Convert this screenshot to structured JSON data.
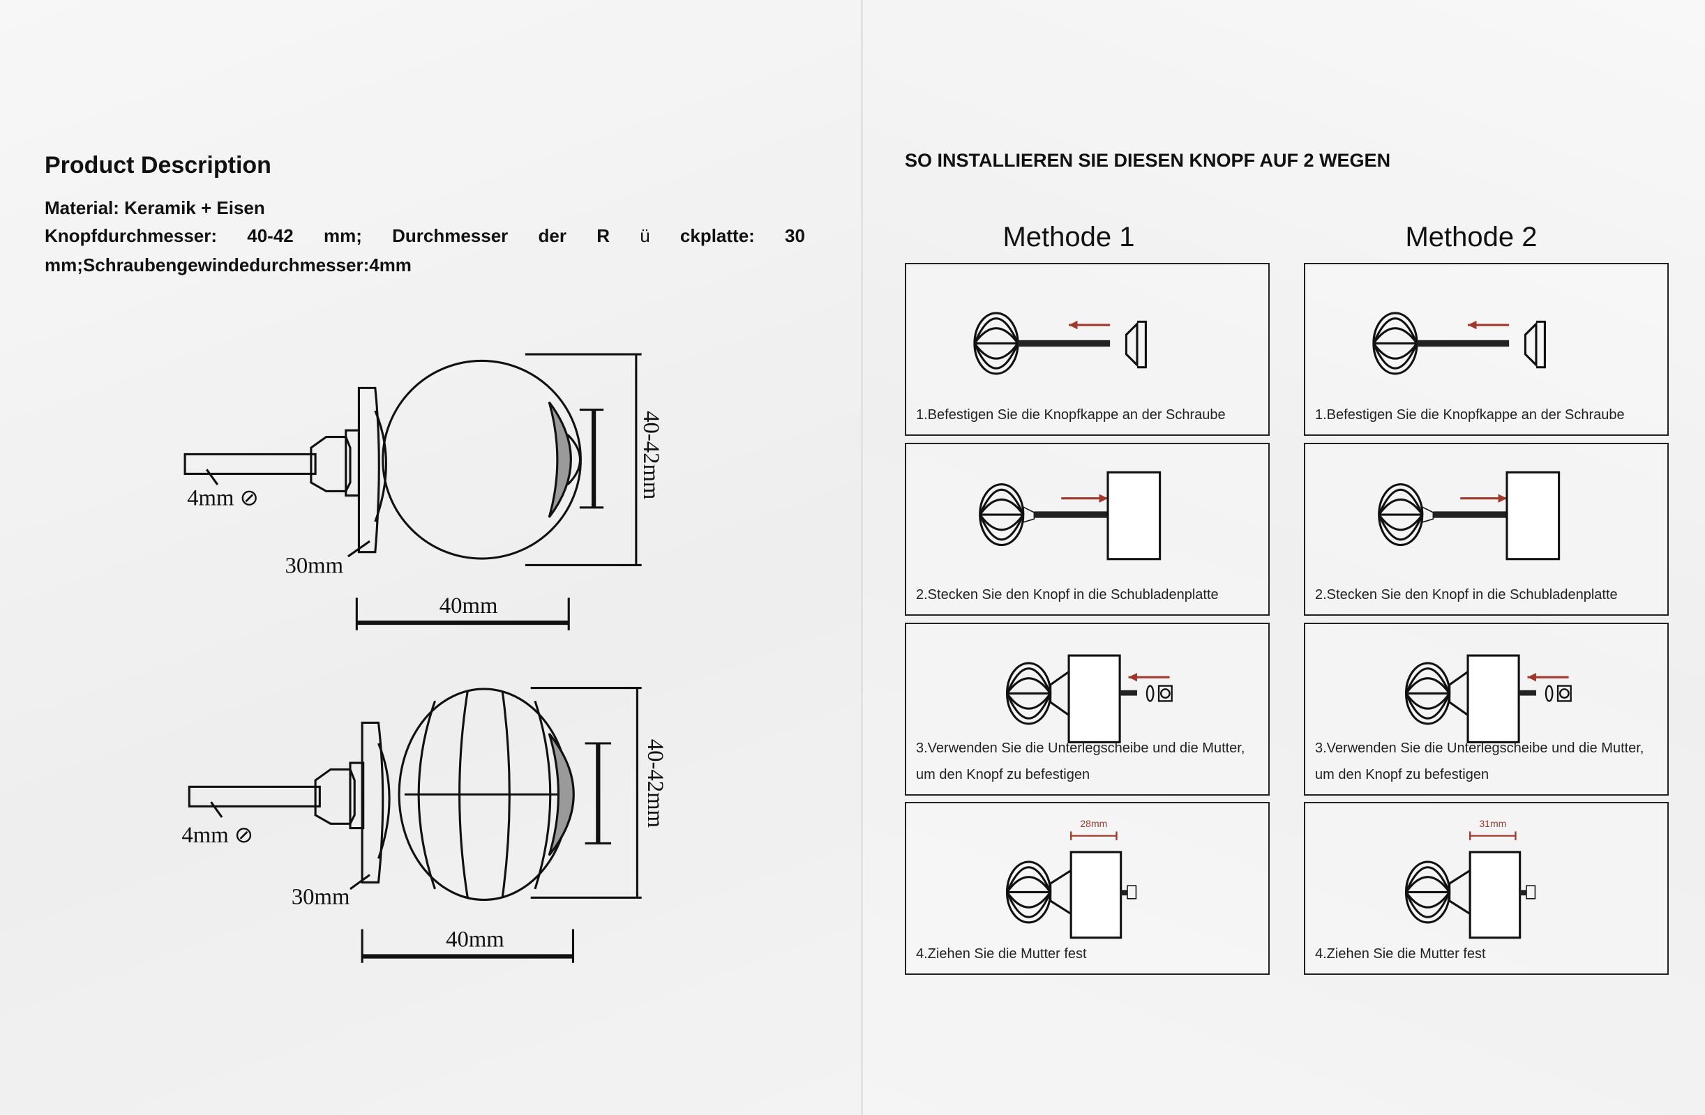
{
  "left": {
    "title": "Product Description",
    "material": "Material: Keramik + Eisen",
    "spec_words": [
      "Knopfdurchmesser:",
      "40-42",
      "mm;",
      "Durchmesser",
      "der",
      "R",
      "ü",
      "ckplatte:",
      "30"
    ],
    "spec_line2": "mm;Schraubengewindedurchmesser:4mm",
    "diagram1": {
      "thread": "4mm ⊘",
      "backplate": "30mm",
      "width": "40mm",
      "height": "40-42mm"
    },
    "diagram2": {
      "thread": "4mm ⊘",
      "backplate": "30mm",
      "width": "40mm",
      "height": "40-42mm"
    }
  },
  "right": {
    "title": "SO INSTALLIEREN SIE DIESEN KNOPF AUF 2 WEGEN",
    "methods": [
      {
        "label": "Methode 1",
        "steps": [
          {
            "caption": [
              "1.Befestigen Sie die Knopfkappe an der Schraube"
            ]
          },
          {
            "caption": [
              "2.Stecken Sie den Knopf in die Schubladenplatte"
            ]
          },
          {
            "caption": [
              "3.Verwenden Sie die Unterlegscheibe und die Mutter,",
              "um den Knopf zu befestigen"
            ]
          },
          {
            "caption": [
              "4.Ziehen Sie die Mutter fest"
            ],
            "dimension": "28mm"
          }
        ]
      },
      {
        "label": "Methode 2",
        "steps": [
          {
            "caption": [
              "1.Befestigen Sie die Knopfkappe an der Schraube"
            ]
          },
          {
            "caption": [
              "2.Stecken Sie den Knopf in die Schubladenplatte"
            ]
          },
          {
            "caption": [
              "3.Verwenden Sie die Unterlegscheibe und die Mutter,",
              "um den Knopf zu befestigen"
            ]
          },
          {
            "caption": [
              "4.Ziehen Sie die Mutter fest"
            ],
            "dimension": "31mm"
          }
        ]
      }
    ]
  },
  "colors": {
    "arrow": "#a0392c",
    "ink": "#111111",
    "cap_gray": "#9a9a9a"
  }
}
